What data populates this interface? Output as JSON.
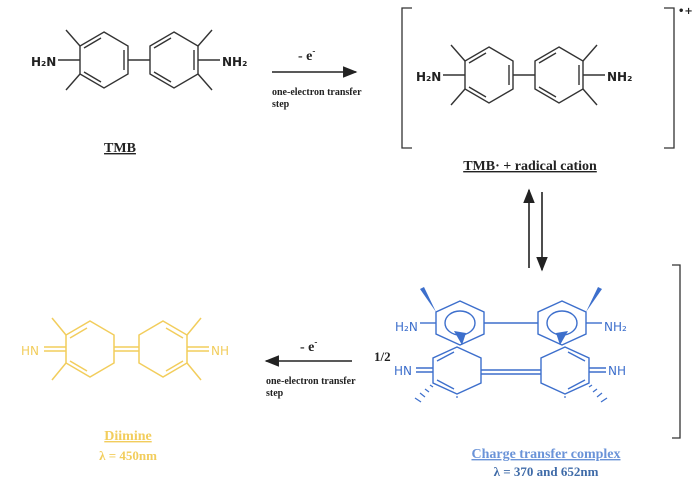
{
  "colors": {
    "black": "#222222",
    "diimine": "#f2cd5c",
    "complex": "#3d6fcc",
    "complex_label": "#6a93d8",
    "complex_lambda": "#3f6ba8"
  },
  "tmb": {
    "left_group": "H₂N",
    "right_group": "NH₂",
    "label": "TMB"
  },
  "step1": {
    "minus_e": "- e",
    "superscript": "-",
    "note_line1": "one-electron transfer",
    "note_line2": "step"
  },
  "radical": {
    "left_group": "H₂N",
    "right_group": "NH₂",
    "charge": "•+",
    "label": "TMB· + radical cation"
  },
  "complex": {
    "top_left_group": "H₂N",
    "top_right_group": "NH₂",
    "bottom_left_group": "HN",
    "bottom_right_group": "NH",
    "label": "Charge transfer complex",
    "lambda": "λ = 370 and 652nm"
  },
  "step2": {
    "fraction": "1/2",
    "minus_e": "- e",
    "superscript": "-",
    "note_line1": "one-electron transfer",
    "note_line2": "step"
  },
  "diimine": {
    "left_group": "HN",
    "right_group": "NH",
    "label": "Diimine",
    "lambda": "λ = 450nm"
  }
}
